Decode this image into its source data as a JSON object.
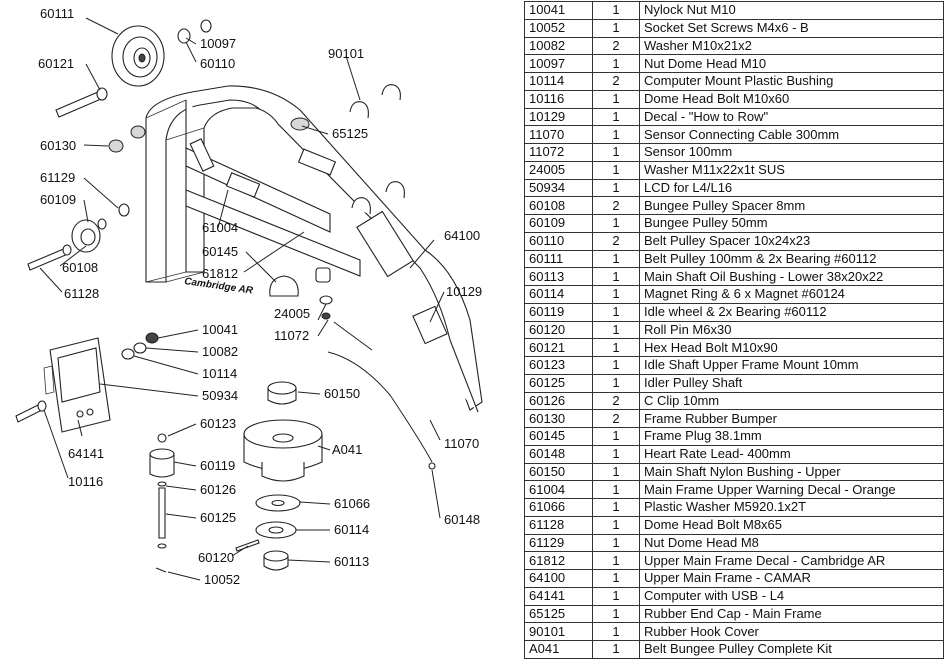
{
  "diagram": {
    "brand_decal": "Cambridge AR",
    "callouts": [
      {
        "id": "c60111",
        "label": "60111"
      },
      {
        "id": "c60121",
        "label": "60121"
      },
      {
        "id": "c60130",
        "label": "60130"
      },
      {
        "id": "c61129",
        "label": "61129"
      },
      {
        "id": "c60109",
        "label": "60109"
      },
      {
        "id": "c60108",
        "label": "60108"
      },
      {
        "id": "c61128",
        "label": "61128"
      },
      {
        "id": "c10097",
        "label": "10097"
      },
      {
        "id": "c60110",
        "label": "60110"
      },
      {
        "id": "c90101",
        "label": "90101"
      },
      {
        "id": "c65125",
        "label": "65125"
      },
      {
        "id": "c61004",
        "label": "61004"
      },
      {
        "id": "c60145",
        "label": "60145"
      },
      {
        "id": "c61812",
        "label": "61812"
      },
      {
        "id": "c64100",
        "label": "64100"
      },
      {
        "id": "c10129",
        "label": "10129"
      },
      {
        "id": "c24005",
        "label": "24005"
      },
      {
        "id": "c11072",
        "label": "11072"
      },
      {
        "id": "c10041",
        "label": "10041"
      },
      {
        "id": "c10082",
        "label": "10082"
      },
      {
        "id": "c10114",
        "label": "10114"
      },
      {
        "id": "c50934",
        "label": "50934"
      },
      {
        "id": "c64141",
        "label": "64141"
      },
      {
        "id": "c10116",
        "label": "10116"
      },
      {
        "id": "c60150",
        "label": "60150"
      },
      {
        "id": "c60123",
        "label": "60123"
      },
      {
        "id": "cA041",
        "label": "A041"
      },
      {
        "id": "c60119",
        "label": "60119"
      },
      {
        "id": "c60126",
        "label": "60126"
      },
      {
        "id": "c61066",
        "label": "61066"
      },
      {
        "id": "c60125",
        "label": "60125"
      },
      {
        "id": "c60114",
        "label": "60114"
      },
      {
        "id": "c60120",
        "label": "60120"
      },
      {
        "id": "c60113",
        "label": "60113"
      },
      {
        "id": "c10052",
        "label": "10052"
      },
      {
        "id": "c11070",
        "label": "11070"
      },
      {
        "id": "c60148",
        "label": "60148"
      }
    ]
  },
  "parts_list": [
    {
      "part": "10041",
      "qty": "1",
      "desc": "Nylock Nut M10"
    },
    {
      "part": "10052",
      "qty": "1",
      "desc": "Socket Set Screws  M4x6 - B"
    },
    {
      "part": "10082",
      "qty": "2",
      "desc": "Washer M10x21x2"
    },
    {
      "part": "10097",
      "qty": "1",
      "desc": "Nut Dome Head M10"
    },
    {
      "part": "10114",
      "qty": "2",
      "desc": "Computer Mount Plastic Bushing"
    },
    {
      "part": "10116",
      "qty": "1",
      "desc": "Dome Head Bolt M10x60"
    },
    {
      "part": "10129",
      "qty": "1",
      "desc": "Decal - \"How to Row\""
    },
    {
      "part": "11070",
      "qty": "1",
      "desc": "Sensor Connecting Cable 300mm"
    },
    {
      "part": "11072",
      "qty": "1",
      "desc": "Sensor 100mm"
    },
    {
      "part": "24005",
      "qty": "1",
      "desc": "Washer M11x22x1t  SUS"
    },
    {
      "part": "50934",
      "qty": "1",
      "desc": "LCD for L4/L16"
    },
    {
      "part": "60108",
      "qty": "2",
      "desc": "Bungee Pulley Spacer 8mm"
    },
    {
      "part": "60109",
      "qty": "1",
      "desc": "Bungee Pulley 50mm"
    },
    {
      "part": "60110",
      "qty": "2",
      "desc": "Belt Pulley Spacer 10x24x23"
    },
    {
      "part": "60111",
      "qty": "1",
      "desc": "Belt Pulley 100mm & 2x Bearing #60112"
    },
    {
      "part": "60113",
      "qty": "1",
      "desc": "Main Shaft Oil Bushing - Lower 38x20x22"
    },
    {
      "part": "60114",
      "qty": "1",
      "desc": "Magnet Ring & 6 x Magnet #60124"
    },
    {
      "part": "60119",
      "qty": "1",
      "desc": "Idle wheel & 2x Bearing #60112"
    },
    {
      "part": "60120",
      "qty": "1",
      "desc": "Roll Pin M6x30"
    },
    {
      "part": "60121",
      "qty": "1",
      "desc": "Hex Head Bolt M10x90"
    },
    {
      "part": "60123",
      "qty": "1",
      "desc": "Idle Shaft Upper Frame Mount 10mm"
    },
    {
      "part": "60125",
      "qty": "1",
      "desc": "Idler Pulley Shaft"
    },
    {
      "part": "60126",
      "qty": "2",
      "desc": "C Clip 10mm"
    },
    {
      "part": "60130",
      "qty": "2",
      "desc": "Frame Rubber Bumper"
    },
    {
      "part": "60145",
      "qty": "1",
      "desc": "Frame Plug 38.1mm"
    },
    {
      "part": "60148",
      "qty": "1",
      "desc": "Heart Rate Lead- 400mm"
    },
    {
      "part": "60150",
      "qty": "1",
      "desc": "Main Shaft Nylon Bushing - Upper"
    },
    {
      "part": "61004",
      "qty": "1",
      "desc": "Main Frame Upper Warning Decal - Orange"
    },
    {
      "part": "61066",
      "qty": "1",
      "desc": "Plastic Washer M5920.1x2T"
    },
    {
      "part": "61128",
      "qty": "1",
      "desc": "Dome Head Bolt M8x65"
    },
    {
      "part": "61129",
      "qty": "1",
      "desc": "Nut Dome Head M8"
    },
    {
      "part": "61812",
      "qty": "1",
      "desc": "Upper Main Frame Decal - Cambridge AR"
    },
    {
      "part": "64100",
      "qty": "1",
      "desc": "Upper Main Frame - CAMAR"
    },
    {
      "part": "64141",
      "qty": "1",
      "desc": "Computer with USB - L4"
    },
    {
      "part": "65125",
      "qty": "1",
      "desc": "Rubber End Cap - Main Frame"
    },
    {
      "part": "90101",
      "qty": "1",
      "desc": "Rubber Hook Cover"
    },
    {
      "part": "A041",
      "qty": "1",
      "desc": "Belt Bungee Pulley Complete Kit"
    }
  ]
}
